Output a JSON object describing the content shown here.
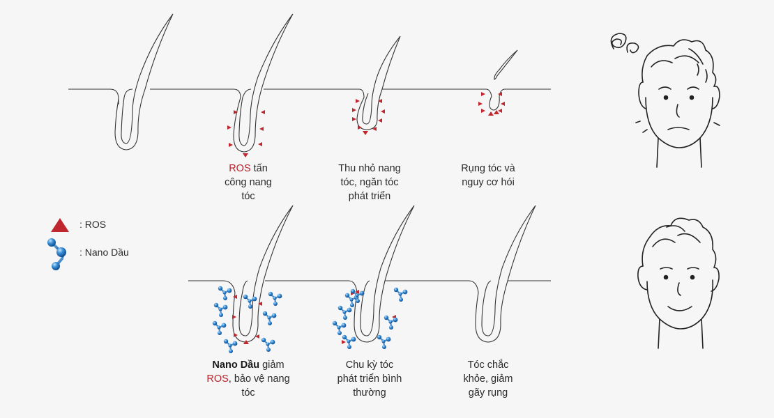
{
  "legend": {
    "ros": {
      "label": ": ROS",
      "icon": "red-triangle-icon",
      "color": "#c0262e"
    },
    "nano": {
      "label": ": Nano Dầu",
      "icon": "molecule-icon",
      "color": "#1f77c9"
    }
  },
  "captions": {
    "top": [
      {
        "prefix": "ROS",
        "line1_rest": " tấn",
        "line2": "công nang",
        "line3": "tóc"
      },
      {
        "line1": "Thu nhỏ nang",
        "line2": "tóc, ngăn tóc",
        "line3": "phát triển"
      },
      {
        "line1": "Rụng tóc và",
        "line2": "nguy cơ hói"
      }
    ],
    "bottom": [
      {
        "bold": "Nano Dầu",
        "line1_rest": " giảm",
        "red": "ROS",
        "line2_rest": ", bảo vệ nang",
        "line3": "tóc"
      },
      {
        "line1": "Chu kỳ tóc",
        "line2": "phát triển bình",
        "line3": "thường"
      },
      {
        "line1": "Tóc chắc",
        "line2": "khỏe, giảm",
        "line3": "gãy rụng"
      }
    ]
  },
  "faces": {
    "top": "worried-face-icon",
    "bottom": "smiling-face-icon"
  }
}
